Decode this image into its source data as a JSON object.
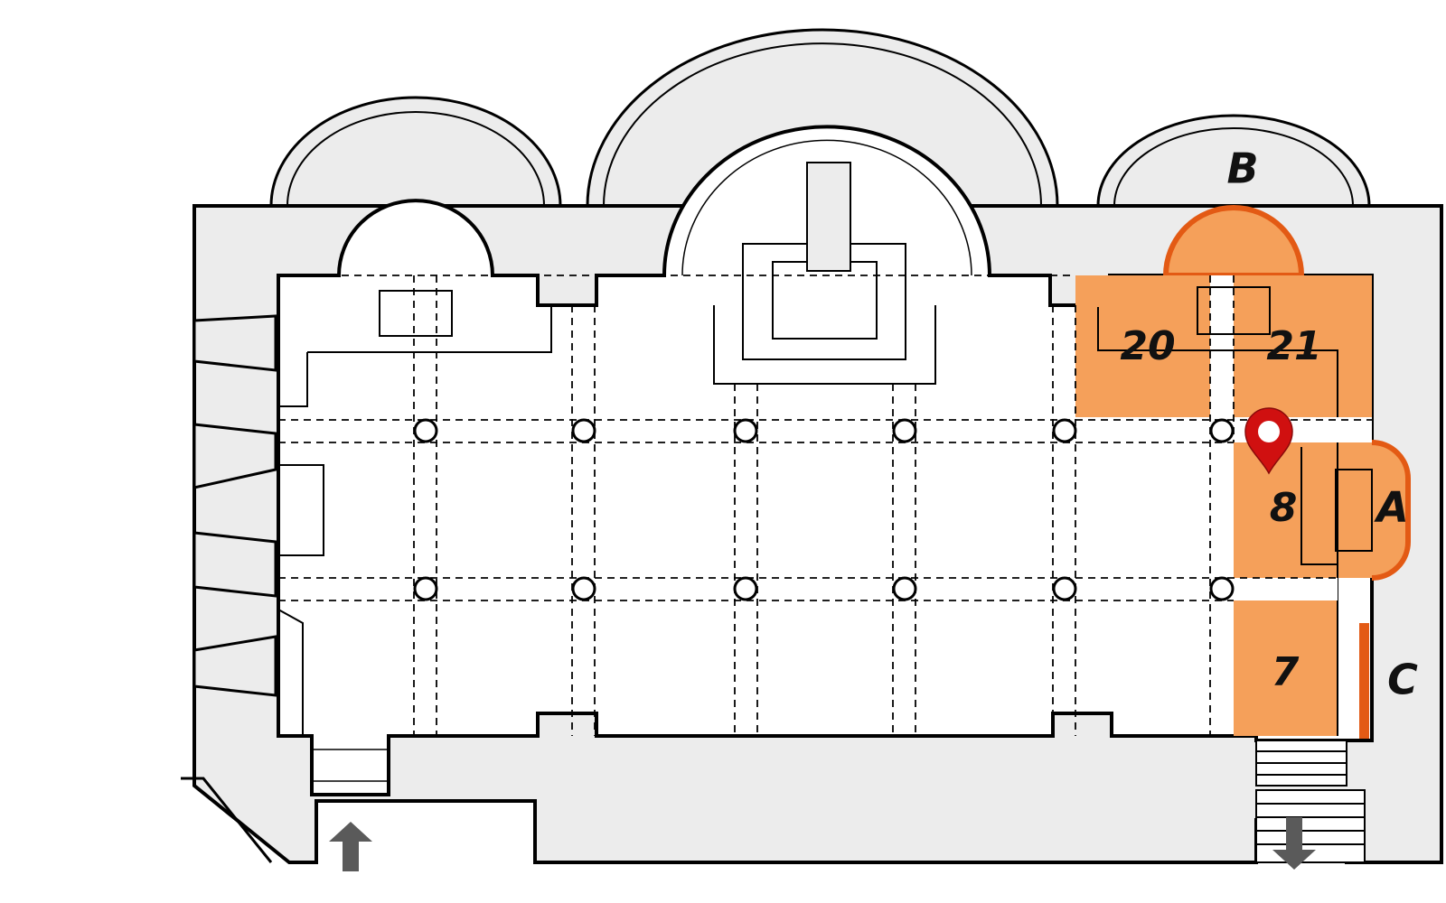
{
  "map": {
    "colors": {
      "wall": "#000000",
      "outer_fill": "#ececec",
      "interior": "#ffffff",
      "highlight": "#f5a05a",
      "highlight_stroke": "#e35a14",
      "pin": "#d01010",
      "arrow": "#5a5a5a"
    },
    "zones": {
      "z20": "20",
      "z21": "21",
      "z8": "8",
      "z7": "7",
      "zA": "A",
      "zB": "B",
      "zC": "C"
    },
    "icons": {
      "location_pin": "map-pin-icon",
      "entrance": "arrow-up-icon",
      "exit": "arrow-down-icon"
    }
  }
}
